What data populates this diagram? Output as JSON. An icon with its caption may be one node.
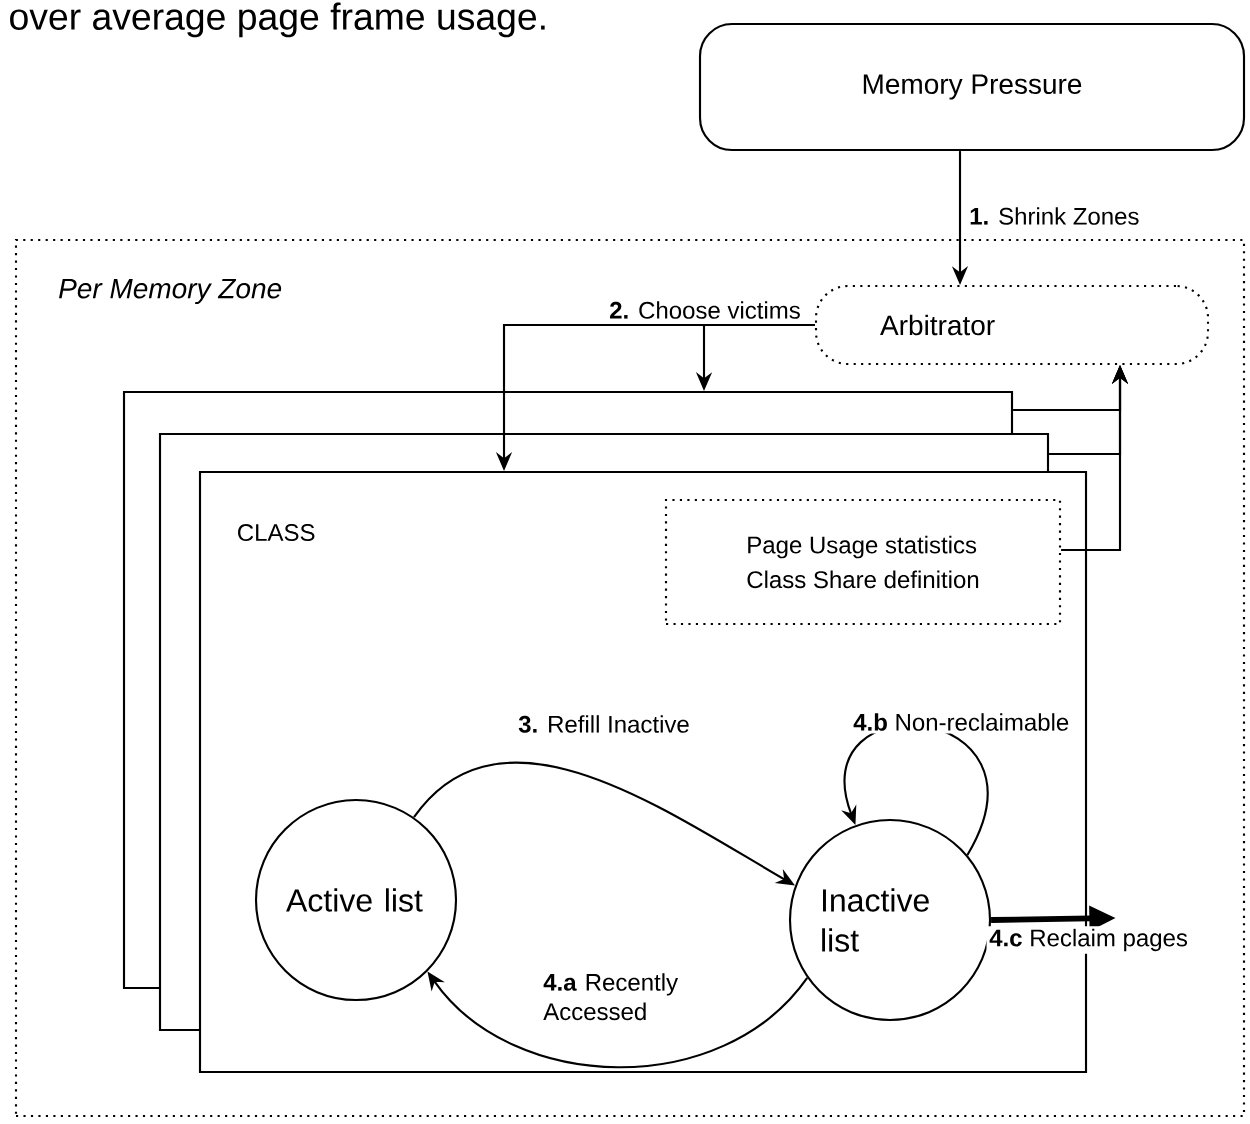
{
  "diagram": {
    "nodes": [
      {
        "text": [
          "Memory Pressure"
        ]
      },
      {
        "text": [
          "Per Memory Zone"
        ]
      },
      {
        "text": [
          "Arbitrator"
        ],
        "in": 1
      },
      {
        "text": [],
        "shape": "box",
        "in": 1
      },
      {
        "text": [],
        "shape": "box",
        "in": 1
      },
      {
        "text": [
          "CLASS"
        ],
        "in": 1
      },
      {
        "text": [
          "Page Usage statistics",
          "Class Share definition"
        ],
        "in": 5
      },
      {
        "text": [
          "Active list"
        ],
        "in": 5
      },
      {
        "text": [
          "Inactive list"
        ],
        "in": 5
      }
    ],
    "edges": [
      {
        "from": 0,
        "to": 2,
        "arrow": "to",
        "label": "**1.** Shrink Zones"
      },
      {
        "from": 2,
        "to": 3,
        "arrow": "to"
      },
      {
        "from": 2,
        "to": 5,
        "arrow": "to",
        "label": "**2.** Choose victims"
      },
      {
        "from": 3,
        "to": 2,
        "arrow": "to"
      },
      {
        "from": 4,
        "to": 2,
        "arrow": "to"
      },
      {
        "from": 6,
        "to": 2,
        "arrow": "to"
      },
      {
        "from": 7,
        "to": 8,
        "arrow": "to",
        "label": "**3.** Refill Inactive"
      },
      {
        "from": 8,
        "to": 7,
        "arrow": "to",
        "label": "**4.a** Recently Accessed"
      },
      {
        "from": 8,
        "to": 8,
        "arrow": "to",
        "label": "**4.b** Non-reclaimable"
      },
      {
        "from": 8,
        "to": null,
        "arrow": "to",
        "style": "thick",
        "label": "**4.c** Reclaim pages"
      }
    ],
    "labels": [
      "over average page frame usage."
    ]
  }
}
